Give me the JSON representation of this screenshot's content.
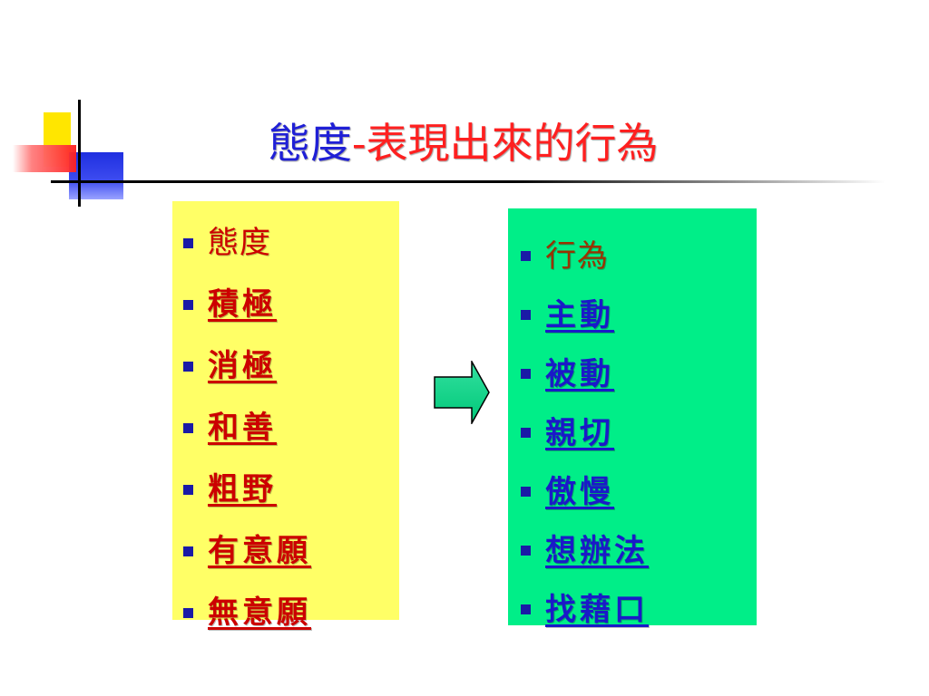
{
  "title": {
    "blue_part": "態度",
    "separator": "-",
    "red_part": "表現出來的行為"
  },
  "left_box": {
    "heading": "態度",
    "items": [
      "積極",
      "消極",
      "和善",
      "粗野",
      "有意願",
      "無意願"
    ]
  },
  "right_box": {
    "heading": "行為",
    "items": [
      "主動",
      "被動",
      "親切",
      "傲慢",
      "想辦法",
      "找藉口"
    ]
  },
  "colors": {
    "left_box_bg": "#ffff66",
    "right_box_bg": "#00ee88",
    "title_blue": "#1f1fd6",
    "title_red": "#ff2020",
    "bullet": "#1a1aa6"
  },
  "icons": {
    "arrow": "right-arrow-icon",
    "bullet": "square-bullet-icon"
  }
}
